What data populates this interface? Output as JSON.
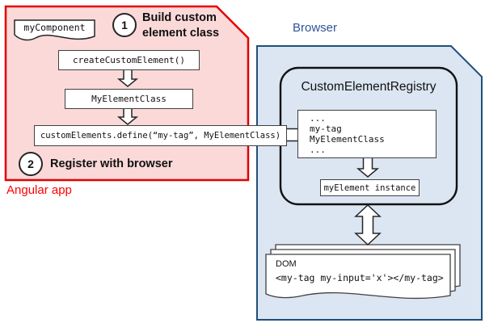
{
  "angular_app": {
    "label": "Angular app",
    "my_component": "myComponent",
    "step1": {
      "number": "1",
      "text": "Build custom element class"
    },
    "create_box": "createCustomElement()",
    "class_box": "MyElementClass",
    "define_box": "customElements.define(“my-tag”, MyElementClass)",
    "step2": {
      "number": "2",
      "text": "Register with browser"
    }
  },
  "browser_panel": {
    "label": "Browser",
    "registry": {
      "title": "CustomElementRegistry",
      "lines": [
        "...",
        "my-tag",
        "MyElementClass",
        "..."
      ],
      "instance": "myElement instance"
    },
    "dom": {
      "label": "DOM",
      "code": "<my-tag my-input='x'></my-tag>"
    }
  },
  "colors": {
    "angular_fill": "#fbd9d9",
    "angular_border": "#e30000",
    "angular_label": "#ff0000",
    "browser_fill": "#dce6f2",
    "browser_border": "#1f4e79",
    "browser_label": "#2f5496"
  }
}
